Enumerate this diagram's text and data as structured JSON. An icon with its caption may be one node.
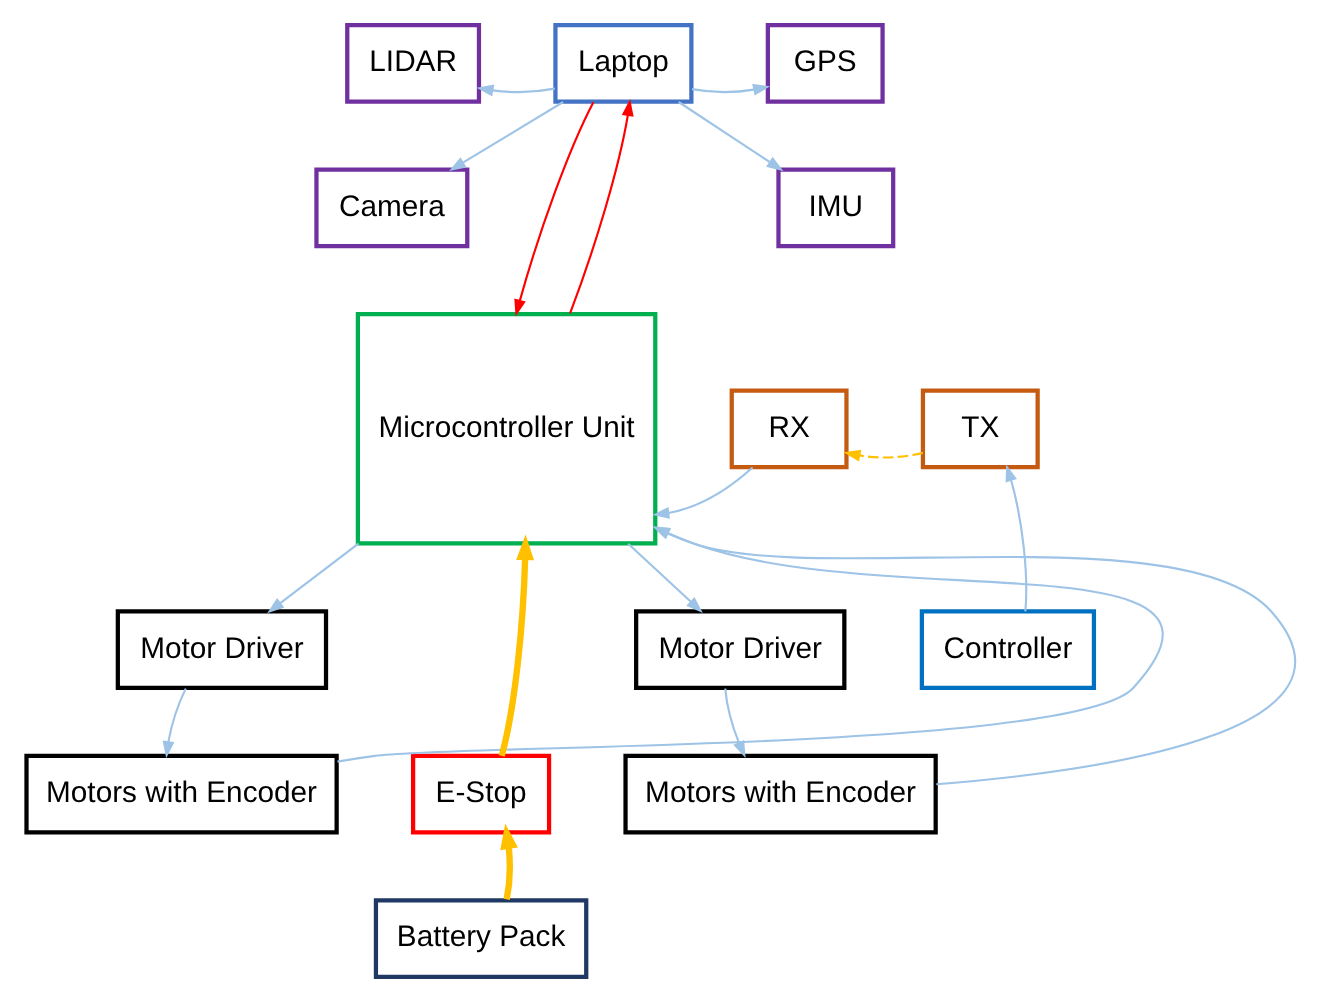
{
  "diagram": {
    "nodes": [
      {
        "text": [
          "LIDAR"
        ]
      },
      {
        "text": [
          "Laptop"
        ]
      },
      {
        "text": [
          "GPS"
        ]
      },
      {
        "text": [
          "Camera"
        ]
      },
      {
        "text": [
          "IMU"
        ]
      },
      {
        "text": [
          "Microcontroller Unit"
        ]
      },
      {
        "text": [
          "RX"
        ]
      },
      {
        "text": [
          "TX"
        ]
      },
      {
        "text": [
          "Motor Driver"
        ]
      },
      {
        "text": [
          "Motor Driver"
        ]
      },
      {
        "text": [
          "Controller"
        ]
      },
      {
        "text": [
          "Motors with Encoder"
        ]
      },
      {
        "text": [
          "E-Stop"
        ]
      },
      {
        "text": [
          "Motors with Encoder"
        ]
      },
      {
        "text": [
          "Battery Pack"
        ]
      }
    ],
    "edges": [
      {
        "from": 1,
        "to": 0,
        "arrow": "to"
      },
      {
        "from": 1,
        "to": 2,
        "arrow": "to"
      },
      {
        "from": 1,
        "to": 3,
        "arrow": "to"
      },
      {
        "from": 1,
        "to": 4,
        "arrow": "to"
      },
      {
        "from": 1,
        "to": 5,
        "arrow": "to",
        "color": "#ff0000"
      },
      {
        "from": 5,
        "to": 1,
        "arrow": "to",
        "color": "#ff0000"
      },
      {
        "from": 6,
        "to": 5,
        "arrow": "to"
      },
      {
        "from": 7,
        "to": 6,
        "arrow": "to",
        "style": "dashed",
        "color": "#ffc000"
      },
      {
        "from": 10,
        "to": 7,
        "arrow": "to"
      },
      {
        "from": 5,
        "to": 8,
        "arrow": "to"
      },
      {
        "from": 5,
        "to": 9,
        "arrow": "to"
      },
      {
        "from": 8,
        "to": 11,
        "arrow": "to"
      },
      {
        "from": 9,
        "to": 13,
        "arrow": "to"
      },
      {
        "from": 11,
        "to": 5,
        "arrow": "to"
      },
      {
        "from": 13,
        "to": 5,
        "arrow": "to"
      },
      {
        "from": 12,
        "to": 5,
        "arrow": "to",
        "color": "#ffc000",
        "style": "thick"
      },
      {
        "from": 14,
        "to": 12,
        "arrow": "to",
        "color": "#ffc000",
        "style": "thick"
      }
    ]
  }
}
